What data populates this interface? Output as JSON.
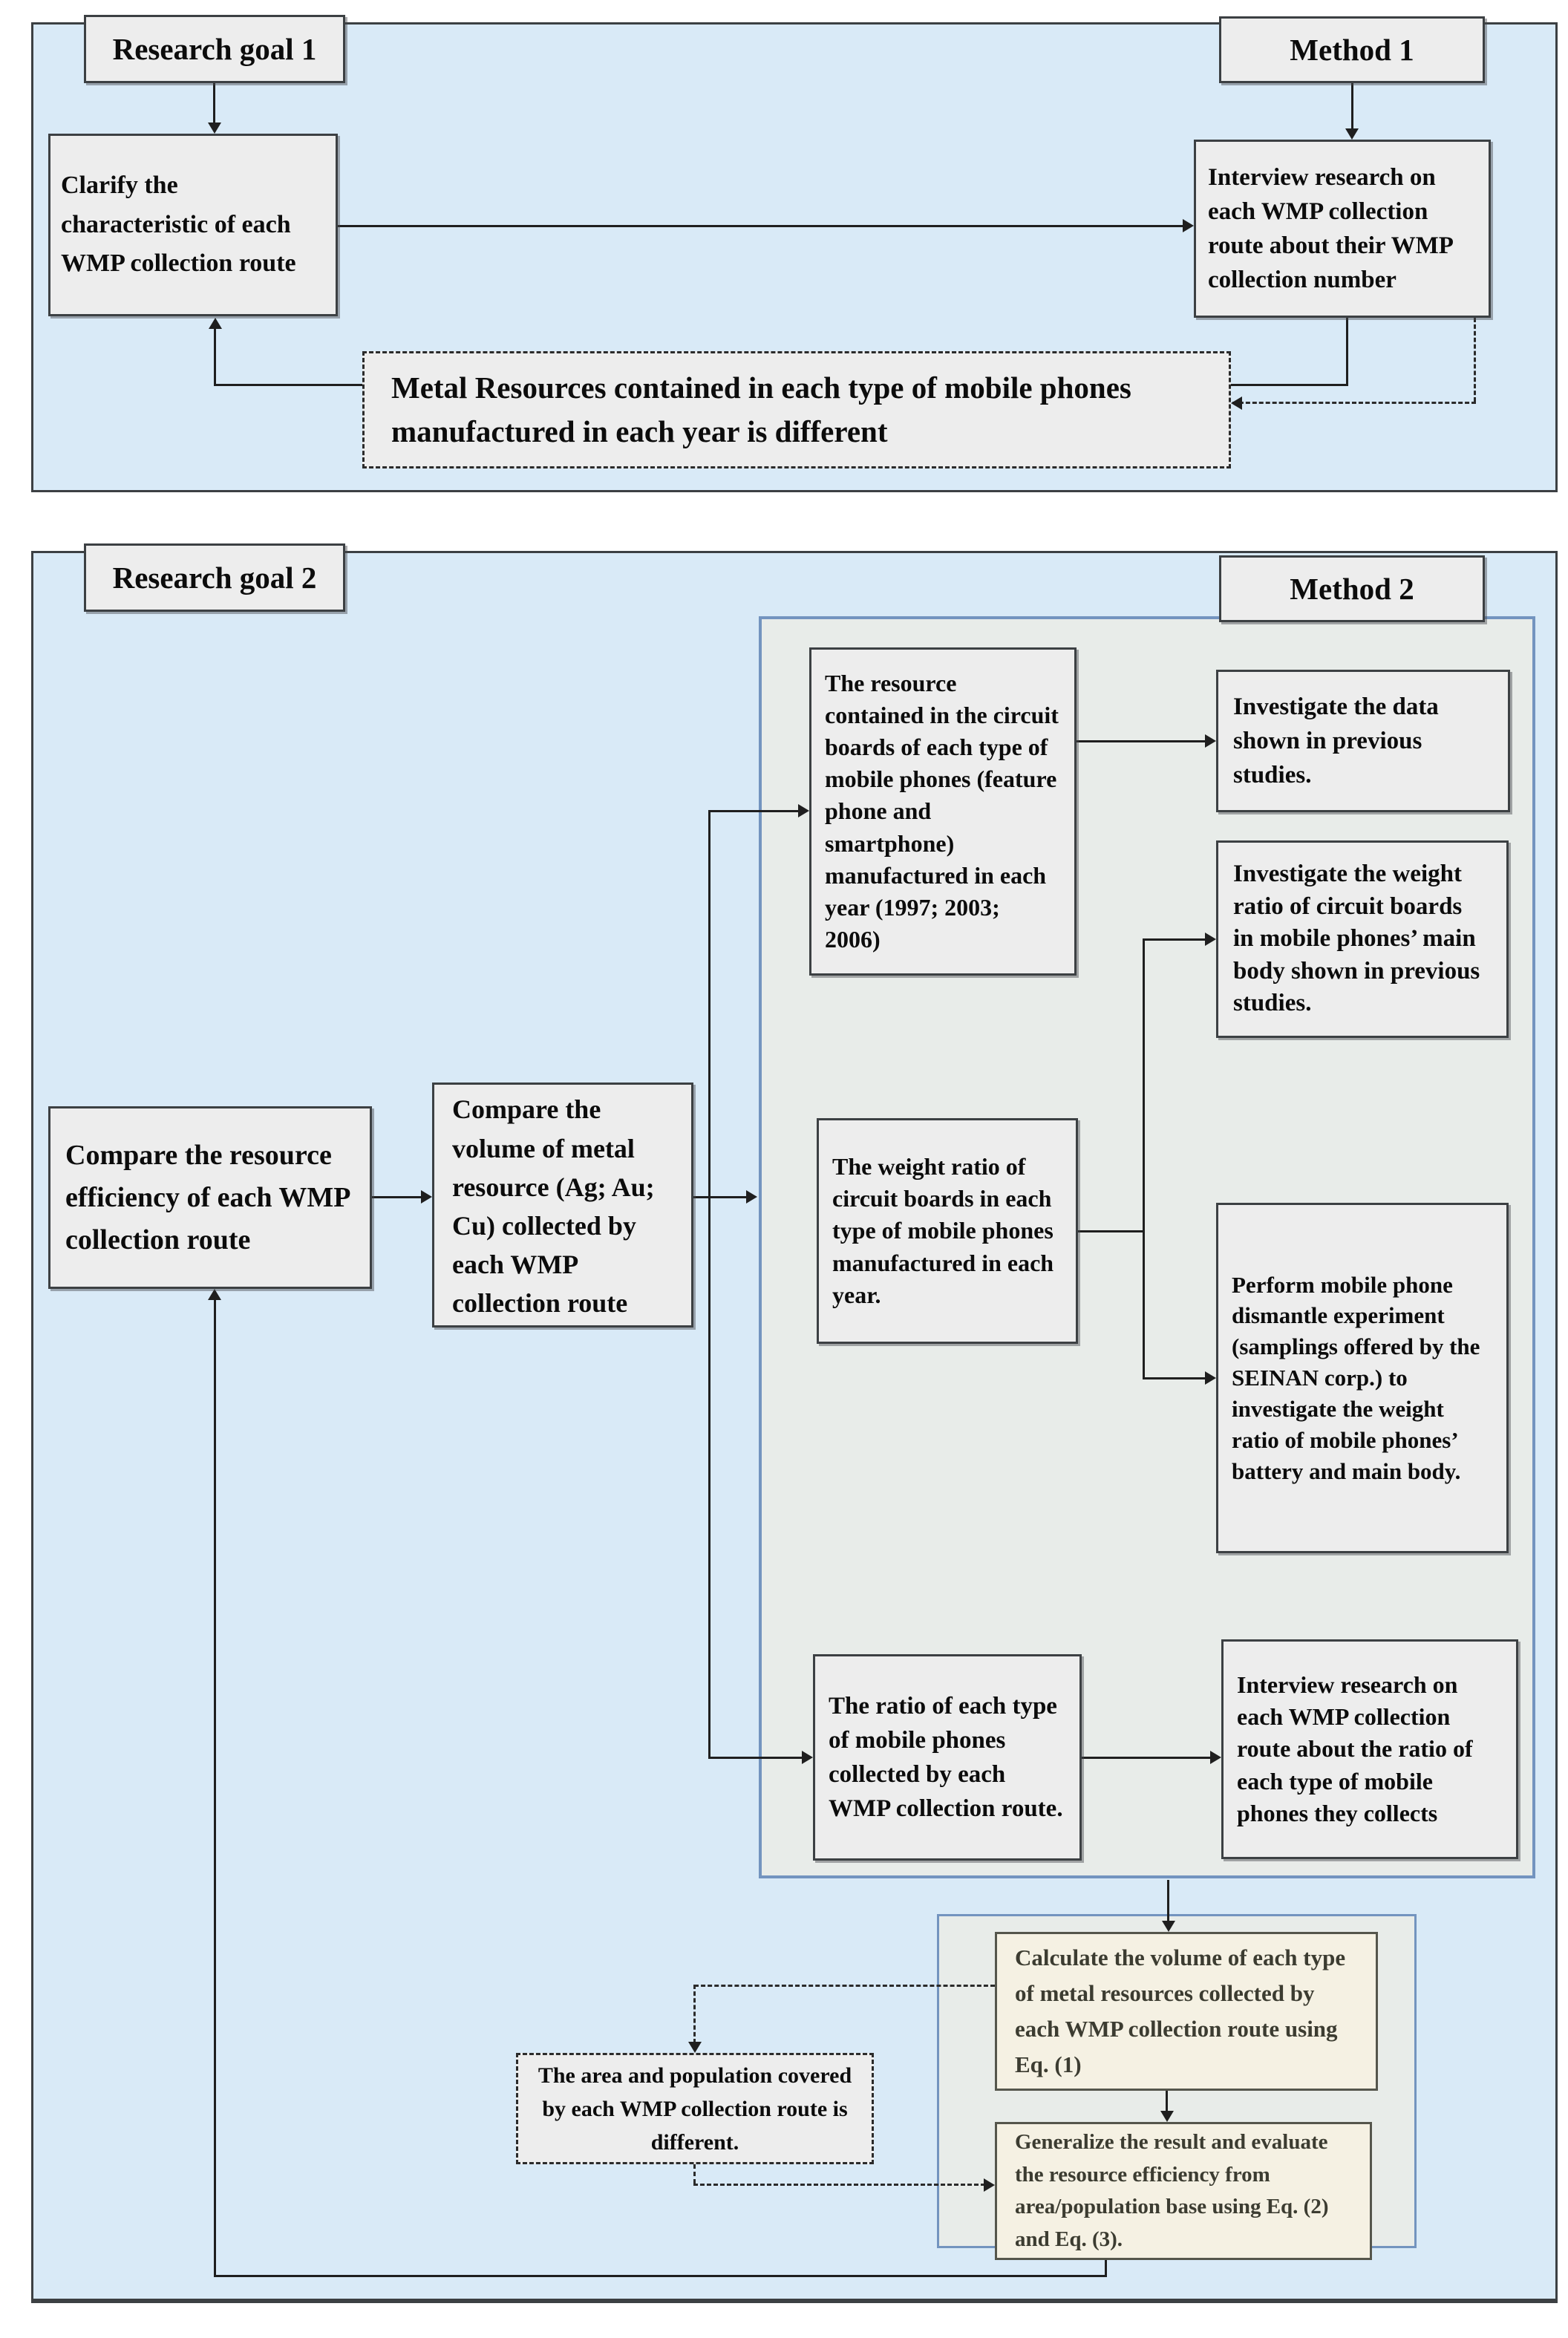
{
  "colors": {
    "panel_fill": "#d9eaf7",
    "panel_border": "#3c4043",
    "inner_panel_fill": "#e8ece9",
    "inner_panel_border": "#7394bf",
    "box_fill": "#ededed",
    "cream_box_fill": "#f5f1e3",
    "line": "#1f1f1f"
  },
  "panel1": {
    "goal_label": "Research goal 1",
    "method_label": "Method 1",
    "clarify": "Clarify the characteristic of each WMP collection route",
    "interview": "Interview research on each WMP collection route about their WMP collection number",
    "metal_note": "Metal Resources contained in each type of mobile phones manufactured in each year is different"
  },
  "panel2": {
    "goal_label": "Research goal 2",
    "method_label": "Method 2",
    "compare_efficiency": "Compare the resource efficiency of each WMP collection route",
    "compare_volume": "Compare the volume of metal resource (Ag; Au; Cu) collected by each WMP collection route",
    "resource_contained": "The resource contained in the circuit boards of each type of mobile phones (feature phone and smartphone) manufactured in each year (1997; 2003; 2006)",
    "investigate_data": "Investigate the data shown in previous studies.",
    "investigate_weight": "Investigate the weight ratio of circuit boards in mobile phones’ main body shown in previous studies.",
    "weight_ratio": "The weight ratio of circuit boards in each type of mobile phones manufactured in each year.",
    "perform_dismantle": "Perform mobile phone dismantle experiment (samplings offered by the SEINAN corp.) to investigate the weight ratio of mobile phones’ battery and main body.",
    "ratio_type": "The ratio of each type of mobile phones collected by each WMP collection route.",
    "interview_ratio": "Interview research on each WMP collection route about the ratio of each type of mobile phones they collects",
    "calculate": "Calculate the volume of each type of metal resources collected by each WMP collection route using Eq. (1)",
    "area_population": "The area and population covered by each WMP collection route is different.",
    "generalize": "Generalize the result and evaluate the resource efficiency from area/population base using Eq. (2) and Eq. (3)."
  }
}
